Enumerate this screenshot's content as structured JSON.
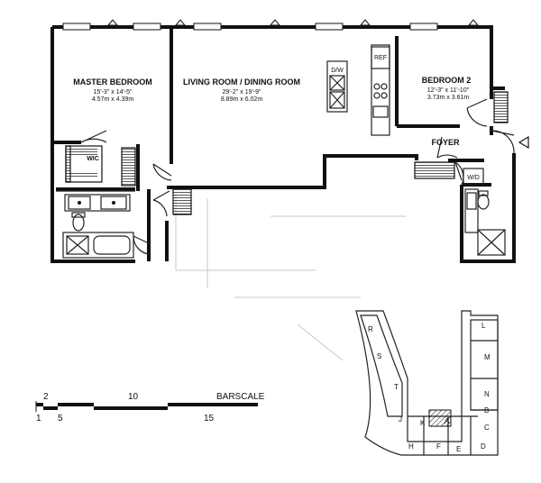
{
  "rooms": {
    "master": {
      "name": "MASTER BEDROOM",
      "dim_ft": "15'-3\" x 14'-5\"",
      "dim_m": "4.57m x 4.39m"
    },
    "living": {
      "name": "LIVING ROOM / DINING ROOM",
      "dim_ft": "29'-2\" x 19'-9\"",
      "dim_m": "8.89m x 6.02m"
    },
    "bedroom2": {
      "name": "BEDROOM 2",
      "dim_ft": "12'-3\" x 11'-10\"",
      "dim_m": "3.73m x 3.61m"
    },
    "foyer": "FOYER",
    "wic": "WIC",
    "wd": "W/D",
    "dw": "D/W",
    "ref": "REF"
  },
  "barscale": {
    "label": "BARSCALE",
    "ticks": [
      "1",
      "2",
      "5",
      "10",
      "15"
    ]
  },
  "keyplan": {
    "units": [
      "R",
      "S",
      "T",
      "J",
      "K",
      "A",
      "B",
      "C",
      "D",
      "E",
      "F",
      "H",
      "L",
      "M",
      "N"
    ],
    "highlighted": "A"
  },
  "icons": {
    "entry": "entry-arrow-icon"
  }
}
